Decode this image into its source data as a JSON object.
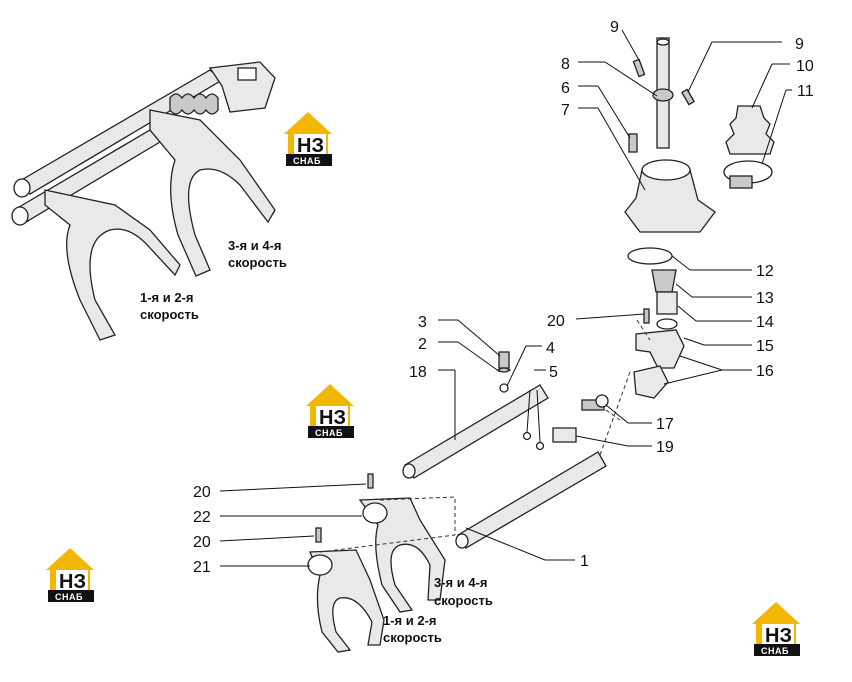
{
  "callouts": [
    {
      "label": "9"
    },
    {
      "label": "9"
    },
    {
      "label": "8"
    },
    {
      "label": "10"
    },
    {
      "label": "6"
    },
    {
      "label": "11"
    },
    {
      "label": "7"
    },
    {
      "label": "12"
    },
    {
      "label": "13"
    },
    {
      "label": "20"
    },
    {
      "label": "14"
    },
    {
      "label": "3"
    },
    {
      "label": "2"
    },
    {
      "label": "4"
    },
    {
      "label": "15"
    },
    {
      "label": "18"
    },
    {
      "label": "5"
    },
    {
      "label": "16"
    },
    {
      "label": "17"
    },
    {
      "label": "19"
    },
    {
      "label": "20"
    },
    {
      "label": "22"
    },
    {
      "label": "1"
    },
    {
      "label": "20"
    },
    {
      "label": "21"
    }
  ],
  "captions": {
    "fork_3_4_top_line1": "3-я и 4-я",
    "fork_3_4_top_line2": "скорость",
    "fork_1_2_top_line1": "1-я и 2-я",
    "fork_1_2_top_line2": "скорость",
    "fork_3_4_bottom_line1": "3-я и 4-я",
    "fork_3_4_bottom_line2": "скорость",
    "fork_1_2_bottom_line1": "1-я и 2-я",
    "fork_1_2_bottom_line2": "скорость"
  },
  "watermark": {
    "letters": "НЗ",
    "sub": "СНАБ",
    "accent_color": "#f2b705"
  }
}
